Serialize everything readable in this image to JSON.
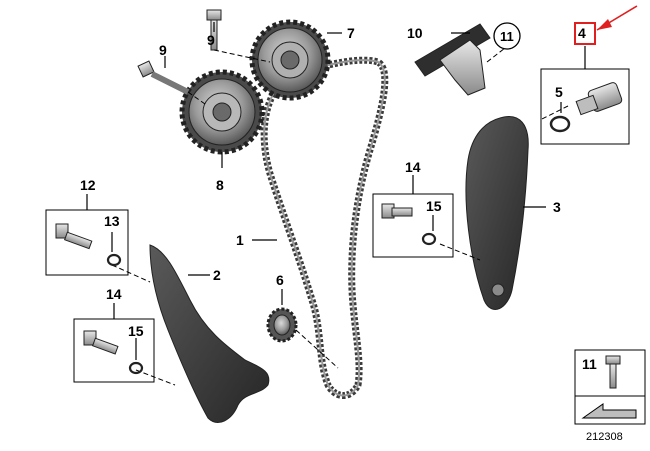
{
  "diagram": {
    "labels": {
      "l1": "1",
      "l2": "2",
      "l3": "3",
      "l4": "4",
      "l5": "5",
      "l6": "6",
      "l7": "7",
      "l8": "8",
      "l9a": "9",
      "l9b": "9",
      "l10": "10",
      "l11": "11",
      "l11b": "11",
      "l12": "12",
      "l13": "13",
      "l14a": "14",
      "l14b": "14",
      "l15a": "15",
      "l15b": "15"
    },
    "caption": "212308",
    "colors": {
      "parts": "#3a3a3a",
      "highlight": "#e02020",
      "line": "#000000"
    }
  }
}
